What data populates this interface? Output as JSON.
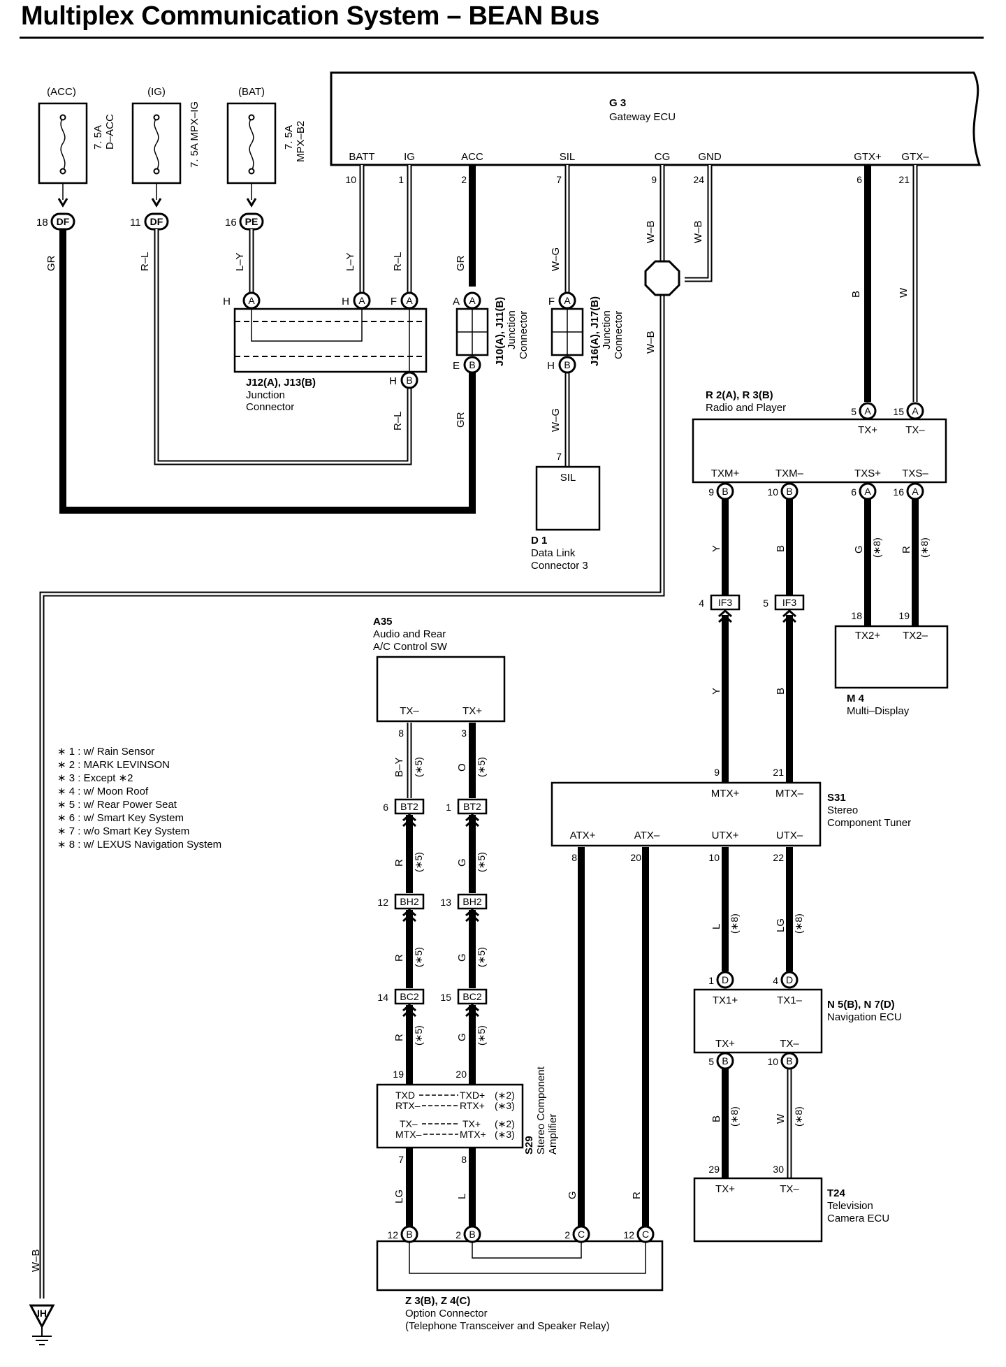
{
  "title": "Multiplex Communication System – BEAN Bus",
  "fuses": [
    {
      "source": "(ACC)",
      "rating": "7. 5A",
      "name": "D–ACC",
      "pin": "18",
      "conn": "DF",
      "wire": "GR"
    },
    {
      "source": "(IG)",
      "rating": "7. 5A MPX–IG",
      "name": "",
      "pin": "11",
      "conn": "DF",
      "wire": "R–L"
    },
    {
      "source": "(BAT)",
      "rating": "7. 5A",
      "name": "MPX–B2",
      "pin": "16",
      "conn": "PE",
      "wire": "L–Y"
    }
  ],
  "gateway": {
    "id": "G 3",
    "name": "Gateway ECU",
    "terminals": [
      {
        "label": "BATT",
        "pin": "10"
      },
      {
        "label": "IG",
        "pin": "1"
      },
      {
        "label": "ACC",
        "pin": "2"
      },
      {
        "label": "SIL",
        "pin": "7"
      },
      {
        "label": "CG",
        "pin": "9"
      },
      {
        "label": "GND",
        "pin": "24"
      },
      {
        "label": "GTX+",
        "pin": "6"
      },
      {
        "label": "GTX–",
        "pin": "21"
      }
    ]
  },
  "j12": {
    "name": "J12(A), J13(B)",
    "desc1": "Junction",
    "desc2": "Connector",
    "pins": [
      "H",
      "H",
      "F",
      "H"
    ],
    "conn": [
      "A",
      "A",
      "A",
      "B"
    ]
  },
  "j10": {
    "name": "J10(A), J11(B)",
    "desc1": "Junction",
    "desc2": "Connector",
    "pins": [
      "A",
      "E"
    ],
    "conn": [
      "A",
      "B"
    ]
  },
  "j16": {
    "name": "J16(A), J17(B)",
    "desc1": "Junction",
    "desc2": "Connector",
    "pins": [
      "F",
      "H"
    ],
    "conn": [
      "A",
      "B"
    ]
  },
  "wires": {
    "l_y": "L–Y",
    "r_l": "R–L",
    "gr": "GR",
    "w_g": "W–G",
    "w_b": "W–B",
    "b": "B",
    "w": "W",
    "y": "Y",
    "g": "G",
    "r": "R",
    "l": "L",
    "lg": "LG",
    "o": "O",
    "b_y": "B–Y"
  },
  "dlc": {
    "id": "D 1",
    "name1": "Data Link",
    "name2": "Connector 3",
    "terminal": "SIL",
    "pin": "7"
  },
  "radio": {
    "id": "R 2(A), R 3(B)",
    "name": "Radio and Player",
    "top": [
      {
        "label": "TX+",
        "pin": "5",
        "conn": "A"
      },
      {
        "label": "TX–",
        "pin": "15",
        "conn": "A"
      }
    ],
    "bottom": [
      {
        "label": "TXM+",
        "pin": "9",
        "conn": "B"
      },
      {
        "label": "TXM–",
        "pin": "10",
        "conn": "B"
      },
      {
        "label": "TXS+",
        "pin": "6",
        "conn": "A"
      },
      {
        "label": "TXS–",
        "pin": "16",
        "conn": "A"
      }
    ]
  },
  "multi_display": {
    "id": "M 4",
    "name": "Multi–Display",
    "terminals": [
      {
        "label": "TX2+",
        "pin": "18"
      },
      {
        "label": "TX2–",
        "pin": "19"
      }
    ]
  },
  "if3": [
    {
      "pin": "4",
      "name": "IF3"
    },
    {
      "pin": "5",
      "name": "IF3"
    }
  ],
  "tuner": {
    "id": "S31",
    "name1": "Stereo",
    "name2": "Component Tuner",
    "top": [
      {
        "label": "MTX+",
        "pin": "9"
      },
      {
        "label": "MTX–",
        "pin": "21"
      }
    ],
    "bottom": [
      {
        "label": "ATX+",
        "pin": "8"
      },
      {
        "label": "ATX–",
        "pin": "20"
      },
      {
        "label": "UTX+",
        "pin": "10"
      },
      {
        "label": "UTX–",
        "pin": "22"
      }
    ]
  },
  "audio_sw": {
    "id": "A35",
    "name1": "Audio and Rear",
    "name2": "A/C Control SW",
    "terminals": [
      {
        "label": "TX–",
        "pin": "8"
      },
      {
        "label": "TX+",
        "pin": "3"
      }
    ]
  },
  "inline": {
    "bt2": [
      {
        "pin": "6",
        "name": "BT2"
      },
      {
        "pin": "1",
        "name": "BT2"
      }
    ],
    "bh2": [
      {
        "pin": "12",
        "name": "BH2"
      },
      {
        "pin": "13",
        "name": "BH2"
      }
    ],
    "bc2": [
      {
        "pin": "14",
        "name": "BC2"
      },
      {
        "pin": "15",
        "name": "BC2"
      }
    ]
  },
  "notes_marks": {
    "n5": "(∗5)",
    "n8": "(∗8)"
  },
  "amp": {
    "id": "S29",
    "name1": "Stereo Component",
    "name2": "Amplifier",
    "top_pins": [
      "19",
      "20"
    ],
    "bottom_pins": [
      "7",
      "8"
    ],
    "rows": [
      {
        "left": "TXD",
        "right": "TXD+",
        "note": "(∗2)"
      },
      {
        "left": "RTX–",
        "right": "RTX+",
        "note": "(∗3)"
      },
      {
        "left": "TX–",
        "right": "TX+",
        "note": "(∗2)"
      },
      {
        "left": "MTX–",
        "right": "MTX+",
        "note": "(∗3)"
      }
    ]
  },
  "nav": {
    "id": "N 5(B), N 7(D)",
    "name": "Navigation ECU",
    "top": [
      {
        "label": "TX1+",
        "pin": "1",
        "conn": "D"
      },
      {
        "label": "TX1–",
        "pin": "4",
        "conn": "D"
      }
    ],
    "bottom": [
      {
        "label": "TX+",
        "pin": "5",
        "conn": "B"
      },
      {
        "label": "TX–",
        "pin": "10",
        "conn": "B"
      }
    ]
  },
  "tv": {
    "id": "T24",
    "name1": "Television",
    "name2": "Camera ECU",
    "terminals": [
      {
        "label": "TX+",
        "pin": "29"
      },
      {
        "label": "TX–",
        "pin": "30"
      }
    ]
  },
  "option": {
    "id": "Z 3(B), Z 4(C)",
    "name": "Option Connector",
    "desc": "(Telephone Transceiver and Speaker Relay)",
    "pins": [
      {
        "pin": "12",
        "conn": "B"
      },
      {
        "pin": "2",
        "conn": "B"
      },
      {
        "pin": "2",
        "conn": "C"
      },
      {
        "pin": "12",
        "conn": "C"
      }
    ]
  },
  "ground": {
    "name": "IH",
    "wire": "W–B"
  },
  "notes": [
    "∗ 1 : w/ Rain Sensor",
    "∗ 2 : MARK LEVINSON",
    "∗ 3 : Except ∗2",
    "∗ 4 : w/ Moon Roof",
    "∗ 5 : w/ Rear Power Seat",
    "∗ 6 : w/ Smart Key System",
    "∗ 7 : w/o Smart Key System",
    "∗ 8 : w/ LEXUS Navigation System"
  ]
}
